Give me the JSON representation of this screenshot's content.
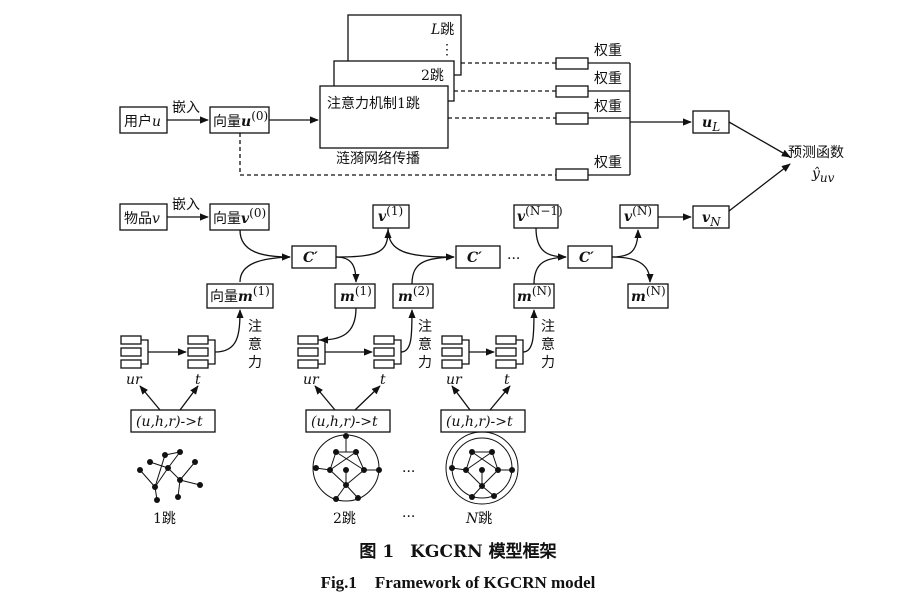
{
  "labels": {
    "user": "用户",
    "user_var": "u",
    "item": "物品",
    "item_var": "v",
    "embed": "嵌入",
    "vec": "向量",
    "u_bold": "u",
    "v_bold": "v",
    "sup0": "(0)",
    "attn_mech": "注意力机制1跳",
    "hop2": "2跳",
    "hopL": "L跳",
    "hopL_var": "L",
    "hopL_suffix": "跳",
    "dots_v": "⋮",
    "ripple": "涟漪网络传播",
    "weight": "权重",
    "uL_main": "u",
    "uL_sub": "L",
    "vN_main": "v",
    "vN_sub": "N",
    "predict": "预测函数",
    "yhat": "ŷ",
    "yhat_sub": "uv",
    "C": "C′",
    "m1": "m",
    "m1_vec_prefix": "向量",
    "sup1": "(1)",
    "sup2": "(2)",
    "supN": "(N)",
    "supN1": "(N−1)",
    "attention_chars": [
      "注",
      "意",
      "力"
    ],
    "ur": "ur",
    "t": "t",
    "triple": "(u,h,r)->t",
    "hop1_label": "1跳",
    "hop2_label": "2跳",
    "hopN_var": "N",
    "hopN_suffix": "跳",
    "ellipsis": "…",
    "dots_h": "···"
  },
  "caption": {
    "cn_prefix": "图 1",
    "cn_title": "KGCRN 模型框架",
    "en_prefix": "Fig.1",
    "en_title": "Framework of KGCRN model"
  }
}
